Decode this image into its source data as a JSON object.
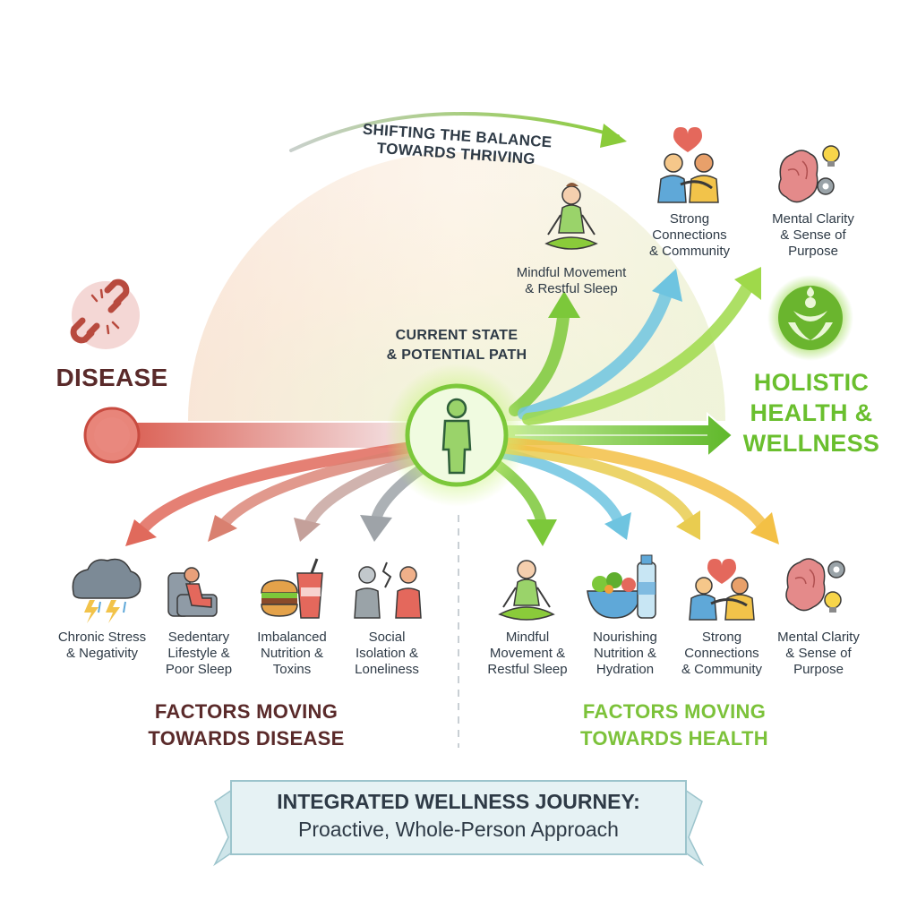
{
  "top_arc": {
    "line1": "SHIFTING THE BALANCE",
    "line2": "TOWARDS THRIVING"
  },
  "center": {
    "line1": "CURRENT STATE",
    "line2": "& POTENTIAL PATH"
  },
  "disease_label": "DISEASE",
  "wellness_label": {
    "line1": "HOLISTIC",
    "line2": "HEALTH &",
    "line3": "WELLNESS"
  },
  "upper_items": [
    {
      "icon": "meditation-icon",
      "lines": [
        "Mindful Movement",
        "& Restful Sleep"
      ]
    },
    {
      "icon": "hug-connection-icon",
      "lines": [
        "Strong",
        "Connections",
        "& Community"
      ]
    },
    {
      "icon": "brain-lightbulb-icon",
      "lines": [
        "Mental Clarity",
        "& Sense of",
        "Purpose"
      ]
    }
  ],
  "disease_factors": {
    "heading": [
      "FACTORS MOVING",
      "TOWARDS DISEASE"
    ],
    "items": [
      {
        "icon": "storm-cloud-icon",
        "lines": [
          "Chronic Stress",
          "& Negativity"
        ]
      },
      {
        "icon": "armchair-person-icon",
        "lines": [
          "Sedentary",
          "Lifestyle &",
          "Poor Sleep"
        ]
      },
      {
        "icon": "fast-food-icon",
        "lines": [
          "Imbalanced",
          "Nutrition &",
          "Toxins"
        ]
      },
      {
        "icon": "isolated-people-icon",
        "lines": [
          "Social",
          "Isolation &",
          "Loneliness"
        ]
      }
    ]
  },
  "health_factors": {
    "heading": [
      "FACTORS MOVING",
      "TOWARDS HEALTH"
    ],
    "items": [
      {
        "icon": "meditation-icon",
        "lines": [
          "Mindful",
          "Movement &",
          "Restful Sleep"
        ]
      },
      {
        "icon": "salad-water-icon",
        "lines": [
          "Nourishing",
          "Nutrition &",
          "Hydration"
        ]
      },
      {
        "icon": "hug-connection-icon",
        "lines": [
          "Strong",
          "Connections",
          "& Community"
        ]
      },
      {
        "icon": "brain-lightbulb-icon",
        "lines": [
          "Mental Clarity",
          "& Sense of",
          "Purpose"
        ]
      }
    ]
  },
  "banner": {
    "title": "INTEGRATED WELLNESS JOURNEY:",
    "subtitle": "Proactive, Whole-Person Approach"
  },
  "colors": {
    "disease": "#d9574a",
    "health_green": "#6abf2e",
    "text_dark": "#2e3a46",
    "disease_heading": "#5a2a2a",
    "health_heading": "#7cc23a",
    "banner_bg": "#e6f2f4"
  }
}
